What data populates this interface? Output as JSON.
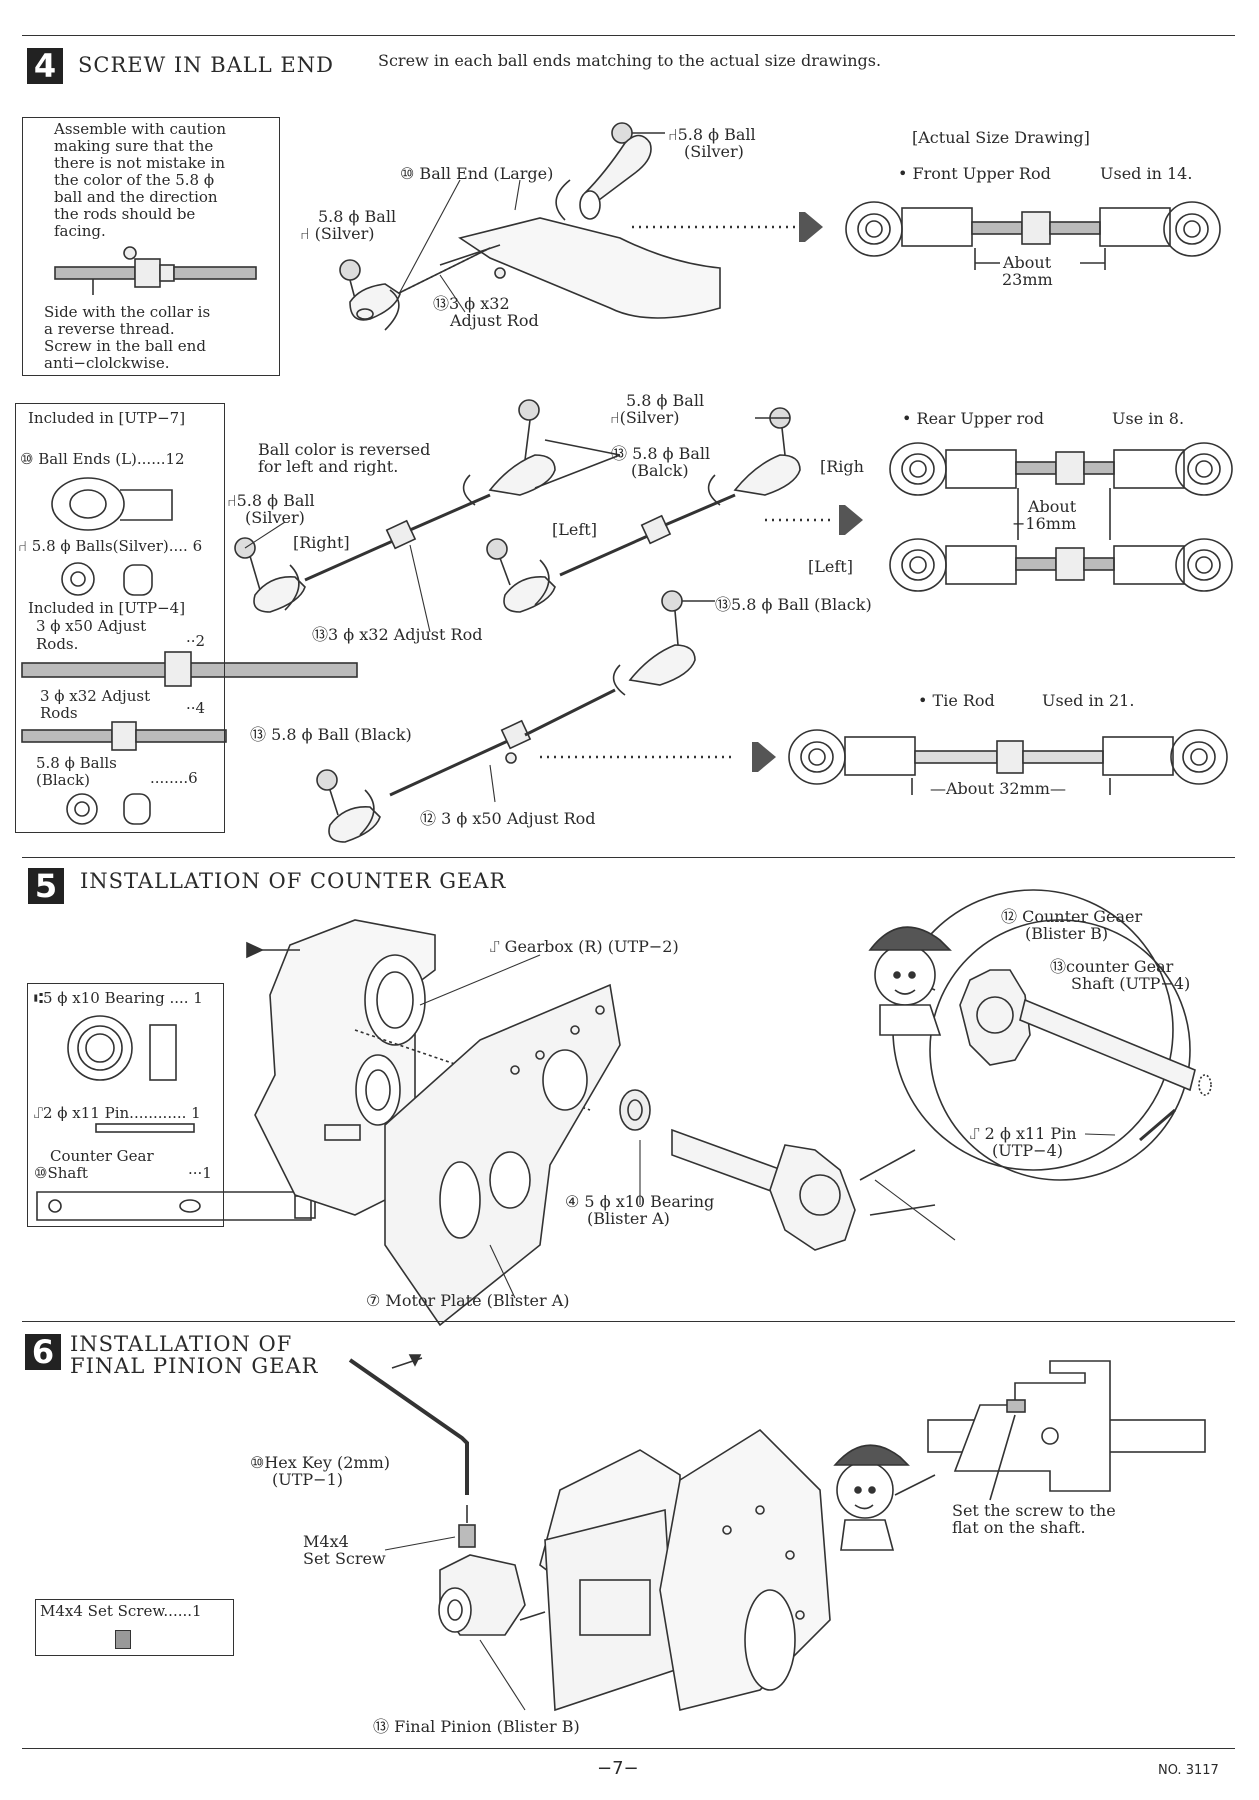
{
  "s4": {
    "num": "4",
    "title": "SCREW IN BALL END",
    "subtitle": "Screw in each ball ends matching to the actual size drawings.",
    "caution": [
      "Assemble with caution",
      "making sure that the",
      "there is not mistake in",
      "the color of the 5.8 ϕ",
      "ball and the direction",
      "the rods should be",
      "facing."
    ],
    "collar_note": [
      "Side with the collar is",
      "a reverse thread.",
      "Screw in the ball end",
      "anti−clolckwise."
    ],
    "lbl_ball_silver_top": [
      "⑁5.8 ϕ Ball",
      "(Silver)"
    ],
    "lbl_ball_end_large": "⑩ Ball End (Large)",
    "lbl_ball_silver_left": [
      "5.8 ϕ Ball",
      "⑁ (Silver)"
    ],
    "lbl_adjust_rod_32": [
      "⑬3 ϕ x32",
      "Adjust Rod"
    ],
    "actual_size": "[Actual Size Drawing]",
    "front_upper_rod": "• Front Upper Rod",
    "front_used": "Used in 14.",
    "about_23": [
      "About",
      "23mm"
    ],
    "included_utp7": "Included in [UTP−7]",
    "ball_ends_l": "⑩ Ball Ends (L)......12",
    "balls_silver_6": "⑁ 5.8 ϕ Balls(Silver).... 6",
    "included_utp4": "Included in [UTP−4]",
    "adj_rods_50": [
      "3 ϕ x50 Adjust",
      "Rods."
    ],
    "adj_rods_50_qty": "··2",
    "adj_rods_32": [
      "3 ϕ x32 Adjust",
      "Rods"
    ],
    "adj_rods_32_qty": "··4",
    "balls_black": [
      "5.8 ϕ Balls",
      "(Black)"
    ],
    "balls_black_qty": "........6",
    "ball_color_note": [
      "Ball color is reversed",
      "for left and right."
    ],
    "lbl_silver_mid": [
      "5.8 ϕ Ball",
      "⑁(Silver)"
    ],
    "lbl_black_mid": [
      "⑬ 5.8 ϕ Ball",
      "(Balck)"
    ],
    "lbl_silver_left2": [
      "⑁5.8 ϕ Ball",
      "(Silver)"
    ],
    "lbl_right": "[Right]",
    "lbl_left": "[Left]",
    "lbl_righ": "[Righ",
    "lbl_left2": "[Left]",
    "lbl_adj_32_mid": "⑬3 ϕ x32 Adjust Rod",
    "rear_upper_rod": "• Rear Upper rod",
    "rear_use": "Use in 8.",
    "about_16": [
      "About",
      "−16mm"
    ],
    "lbl_ball_black_right": "⑬5.8 ϕ Ball (Black)",
    "lbl_ball_black_left": "⑬ 5.8 ϕ Ball (Black)",
    "lbl_adj_50": "⑫ 3 ϕ x50 Adjust Rod",
    "tie_rod": "• Tie Rod",
    "tie_used": "Used in 21.",
    "about_32": "—About 32mm—"
  },
  "s5": {
    "num": "5",
    "title": "INSTALLATION OF COUNTER GEAR",
    "bearing": "⑆5 ϕ x10 Bearing .... 1",
    "pin": "⑀2 ϕ x11 Pin............ 1",
    "counter_shaft": [
      "Counter Gear",
      "⑩Shaft"
    ],
    "counter_shaft_qty": "···1",
    "gearbox": "⑀ Gearbox (R) (UTP−2)",
    "bearing_blister": [
      "④ 5 ϕ x10 Bearing",
      "(Blister A)"
    ],
    "motor_plate": "⑦ Motor Plate (Blister A)",
    "counter_gear": [
      "⑫ Counter Geaer",
      "(Blister B)"
    ],
    "counter_gear_shaft": [
      "⑬counter Gear",
      "Shaft (UTP−4)"
    ],
    "pin_utp4": [
      "⑀ 2 ϕ x11 Pin",
      "(UTP−4)"
    ]
  },
  "s6": {
    "num": "6",
    "title": [
      "INSTALLATION OF",
      "FINAL PINION GEAR"
    ],
    "hex_key": [
      "⑩Hex Key (2mm)",
      "(UTP−1)"
    ],
    "set_screw": [
      "M4x4",
      "Set Screw"
    ],
    "set_screw_box": "M4x4 Set Screw......1",
    "final_pinion": "⑬ Final Pinion (Blister B)",
    "note": [
      "Set the screw to the",
      "flat on the shaft."
    ]
  },
  "footer": {
    "page": "−7−",
    "doc_no": "NO. 3117"
  }
}
